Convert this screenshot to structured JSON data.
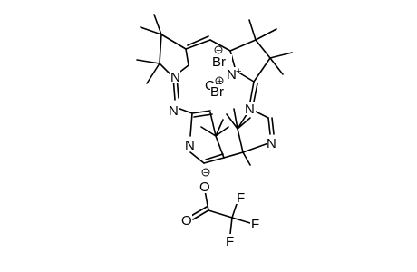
{
  "structure": {
    "atoms": {
      "n_pyrrole_left": "N",
      "n_pyrrole_right": "N",
      "n_pyrrole_right_charge": "+",
      "br_top": "Br",
      "br_top_charge": "−",
      "br_bottom": "Br",
      "co_center": "Co",
      "co_center_charge": "+",
      "n_imine_bridge_left": "N",
      "n_imine_bridge_right": "N",
      "n_pyridine_left": "N",
      "n_pyridine_right": "N"
    },
    "counterion": {
      "o_anion": "O",
      "o_anion_charge": "−",
      "o_carbonyl": "O",
      "f_right": "F",
      "f_top": "F",
      "f_bottom": "F"
    }
  }
}
